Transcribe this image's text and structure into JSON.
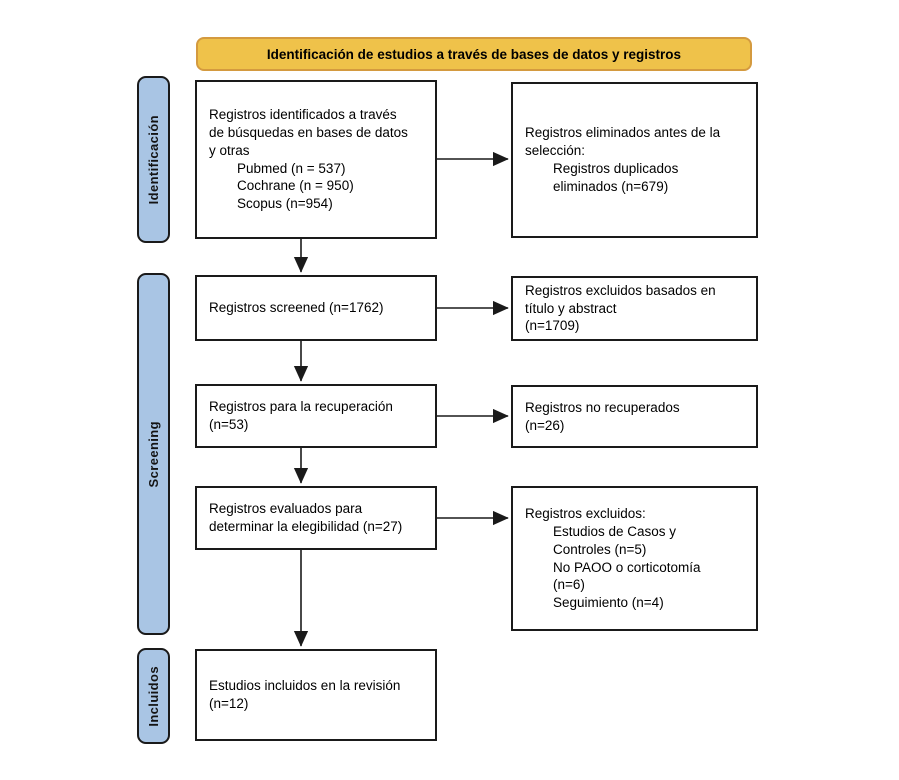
{
  "header": {
    "title": "Identificación de estudios a través de bases de datos y registros"
  },
  "stages": {
    "identification": "Identificación",
    "screening": "Screening",
    "included": "Incluidos"
  },
  "boxes": {
    "identified": {
      "intro": "Registros identificados a través\nde búsquedas en bases de datos\ny otras",
      "items": [
        "Pubmed (n = 537)",
        "Cochrane (n = 950)",
        "Scopus (n=954)"
      ]
    },
    "removed_before_screening": {
      "intro": "Registros eliminados antes de la\nselección:",
      "items": [
        "Registros duplicados\neliminados (n=679)"
      ]
    },
    "screened": {
      "text": "Registros screened (n=1762)"
    },
    "excluded_title_abstract": {
      "text": "Registros excluidos basados en\ntítulo y abstract\n(n=1709)"
    },
    "sought_for_retrieval": {
      "text": "Registros para la recuperación\n(n=53)"
    },
    "not_retrieved": {
      "text": "Registros no recuperados\n(n=26)"
    },
    "assessed_eligibility": {
      "text": "Registros evaluados para\ndeterminar la elegibilidad (n=27)"
    },
    "excluded_reasons": {
      "intro": "Registros excluidos:",
      "items": [
        "Estudios de Casos y\nControles (n=5)",
        "No PAOO o corticotomía\n(n=6)",
        "Seguimiento (n=4)"
      ]
    },
    "included_studies": {
      "text": "Estudios incluidos en la revisión\n(n=12)"
    }
  },
  "colors": {
    "header_fill": "#EFC24A",
    "header_border": "#D49A3F",
    "stage_fill": "#A9C5E4",
    "box_border": "#1A1A1A",
    "arrow": "#1A1A1A"
  }
}
